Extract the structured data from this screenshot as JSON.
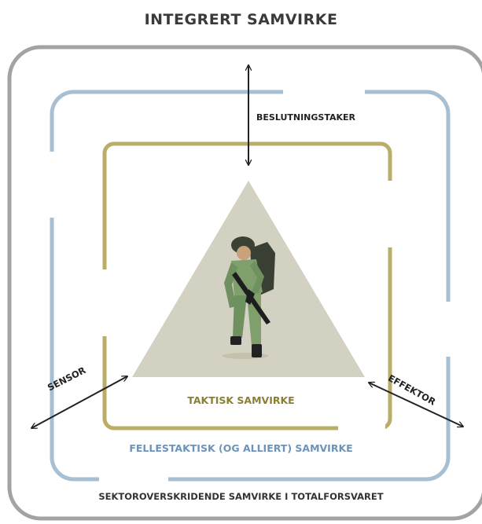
{
  "diagram": {
    "title": "INTEGRERT SAMVIRKE",
    "decision_maker_label": "BESLUTNINGSTAKER",
    "tactical_label": "TAKTISK SAMVIRKE",
    "joint_label": "FELLESTAKTISK (OG ALLIERT) SAMVIRKE",
    "sector_label": "SEKTOROVERSKRIDENDE SAMVIRKE I TOTALFORSVARET",
    "sensor_label": "SENSOR",
    "effector_label": "EFFEKTOR",
    "colors": {
      "outer_frame": "#a3a3a3",
      "joint_frame": "#a7bfd2",
      "tactical_frame": "#b9ad67",
      "triangle": "#d3d1c1",
      "soldier": "#7fa06c"
    }
  }
}
